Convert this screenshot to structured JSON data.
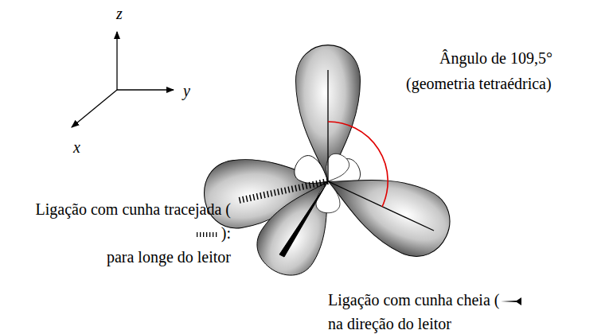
{
  "diagram": {
    "labels": [
      "z",
      "y",
      "x",
      "Ângulo de 109,5°",
      "(geometria tetraédrica)",
      "Ligação com cunha tracejada (",
      "):",
      "para longe do leitor",
      "Ligação com cunha cheia (",
      "na direção do leitor"
    ]
  }
}
